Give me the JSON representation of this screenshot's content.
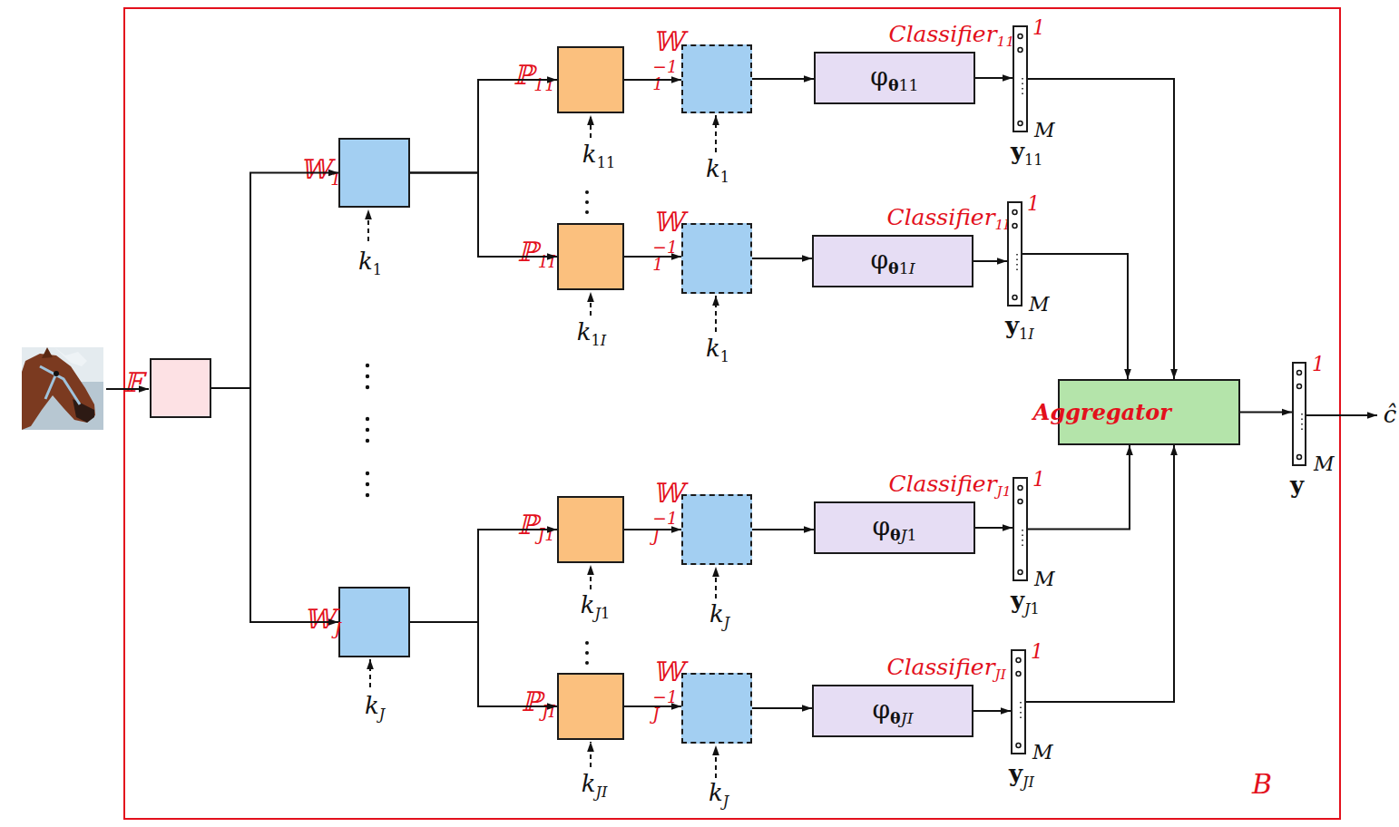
{
  "diagram": {
    "nodes": [
      {
        "text": [
          "B"
        ]
      },
      {
        "text": [
          "𝔽"
        ],
        "in": 0
      },
      {
        "text": [
          "𝕎1"
        ],
        "in": 0
      },
      {
        "text": [
          "ℙ11"
        ],
        "in": 0
      },
      {
        "text": [
          "𝕎1−1"
        ],
        "in": 0
      },
      {
        "text": [
          "Classifier11",
          "φθ11"
        ],
        "in": 0
      },
      {
        "text": [
          "1",
          "M",
          "y11"
        ],
        "in": 0
      },
      {
        "text": [
          "ℙ1I"
        ],
        "in": 0
      },
      {
        "text": [
          "𝕎1−1"
        ],
        "in": 0
      },
      {
        "text": [
          "Classifier1I",
          "φθ1I"
        ],
        "in": 0
      },
      {
        "text": [
          "1",
          "M",
          "y1I"
        ],
        "in": 0
      },
      {
        "text": [
          "𝕎J"
        ],
        "in": 0
      },
      {
        "text": [
          "ℙJ1"
        ],
        "in": 0
      },
      {
        "text": [
          "𝕎J−1"
        ],
        "in": 0
      },
      {
        "text": [
          "ClassifierJ1",
          "φθJ1"
        ],
        "in": 0
      },
      {
        "text": [
          "1",
          "M",
          "yJ1"
        ],
        "in": 0
      },
      {
        "text": [
          "ℙJI"
        ],
        "in": 0
      },
      {
        "text": [
          "𝕎J−1"
        ],
        "in": 0
      },
      {
        "text": [
          "ClassifierJI",
          "φθJI"
        ],
        "in": 0
      },
      {
        "text": [
          "1",
          "M",
          "yJI"
        ],
        "in": 0
      },
      {
        "text": [
          "Aggregator"
        ],
        "in": 0
      },
      {
        "text": [
          "1",
          "M",
          "y"
        ],
        "in": 0
      }
    ],
    "edges": [
      {
        "from": 1,
        "to": 2,
        "arrow": "to"
      },
      {
        "from": 1,
        "to": 11,
        "arrow": "to"
      },
      {
        "from": 2,
        "to": 3,
        "arrow": "to"
      },
      {
        "from": 2,
        "to": 7,
        "arrow": "to"
      },
      {
        "from": 11,
        "to": 12,
        "arrow": "to"
      },
      {
        "from": 11,
        "to": 16,
        "arrow": "to"
      },
      {
        "from": 3,
        "to": 4,
        "arrow": "to"
      },
      {
        "from": 4,
        "to": 5,
        "arrow": "to"
      },
      {
        "from": 5,
        "to": 6,
        "arrow": "to"
      },
      {
        "from": 6,
        "to": 20,
        "arrow": "to"
      },
      {
        "from": 7,
        "to": 8,
        "arrow": "to"
      },
      {
        "from": 8,
        "to": 9,
        "arrow": "to"
      },
      {
        "from": 9,
        "to": 10,
        "arrow": "to"
      },
      {
        "from": 10,
        "to": 20,
        "arrow": "to"
      },
      {
        "from": 12,
        "to": 13,
        "arrow": "to"
      },
      {
        "from": 13,
        "to": 14,
        "arrow": "to"
      },
      {
        "from": 14,
        "to": 15,
        "arrow": "to"
      },
      {
        "from": 15,
        "to": 20,
        "arrow": "to"
      },
      {
        "from": 16,
        "to": 17,
        "arrow": "to"
      },
      {
        "from": 17,
        "to": 18,
        "arrow": "to"
      },
      {
        "from": 18,
        "to": 19,
        "arrow": "to"
      },
      {
        "from": 19,
        "to": 20,
        "arrow": "to"
      },
      {
        "from": 20,
        "to": 21,
        "arrow": "to"
      }
    ],
    "labels": [
      "k11",
      "k1",
      "k1",
      "k1I",
      "k1",
      "kJ1",
      "kJ",
      "kJ",
      "kJI",
      "kJ",
      "ĉ"
    ]
  }
}
